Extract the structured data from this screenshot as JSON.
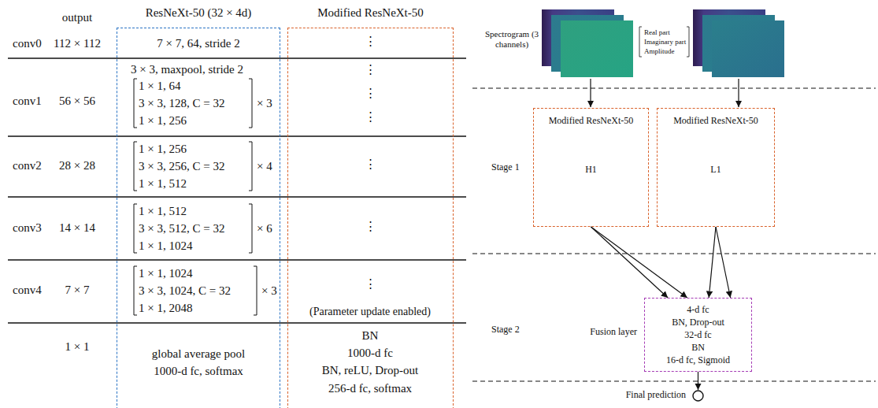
{
  "diagram": {
    "nodes": [
      {
        "text": [
          "ResNeXt-50 (32 × 4d)"
        ]
      },
      {
        "text": [
          "Modified ResNeXt-50"
        ]
      },
      {
        "text": [
          "Modified ResNeXt-50",
          "H1"
        ]
      },
      {
        "text": [
          "Modified ResNeXt-50",
          "L1"
        ]
      },
      {
        "text": [
          "Fusion layer",
          "4-d fc",
          "BN, Drop-out",
          "32-d fc",
          "BN",
          "16-d fc, Sigmoid"
        ]
      },
      {
        "text": [
          "Final prediction"
        ]
      }
    ],
    "edges": [
      {
        "from": 2,
        "to": 4,
        "arrow": "to"
      },
      {
        "from": 2,
        "to": 4,
        "arrow": "to"
      },
      {
        "from": 3,
        "to": 4,
        "arrow": "to"
      },
      {
        "from": 3,
        "to": 4,
        "arrow": "to"
      },
      {
        "from": 4,
        "to": 5,
        "arrow": "to"
      }
    ],
    "labels": [
      "output",
      "conv0",
      "112 × 112",
      "7 × 7, 64, stride 2",
      "⋮",
      "conv1",
      "56 × 56",
      "3 × 3, maxpool, stride 2",
      "1 × 1, 64",
      "3 × 3, 128, C = 32",
      "1 × 1, 256",
      "× 3",
      "⋮",
      "⋮",
      "⋮",
      "conv2",
      "28 × 28",
      "1 × 1, 256",
      "3 × 3, 256, C = 32",
      "1 × 1, 512",
      "× 4",
      "⋮",
      "conv3",
      "14 × 14",
      "1 × 1, 512",
      "3 × 3, 512, C = 32",
      "1 × 1, 1024",
      "× 6",
      "⋮",
      "conv4",
      "7 × 7",
      "1 × 1, 1024",
      "3 × 3, 1024, C = 32",
      "1 × 1, 2048",
      "× 3",
      "⋮",
      "(Parameter update enabled)",
      "1 × 1",
      "global average pool",
      "1000-d fc, softmax",
      "BN",
      "1000-d fc",
      "BN, reLU, Drop-out",
      "256-d fc, softmax",
      "Spectrogram (3 channels)",
      "Real part",
      "Imaginary part",
      "Amplitude",
      "Stage 1",
      "Stage 2"
    ]
  }
}
